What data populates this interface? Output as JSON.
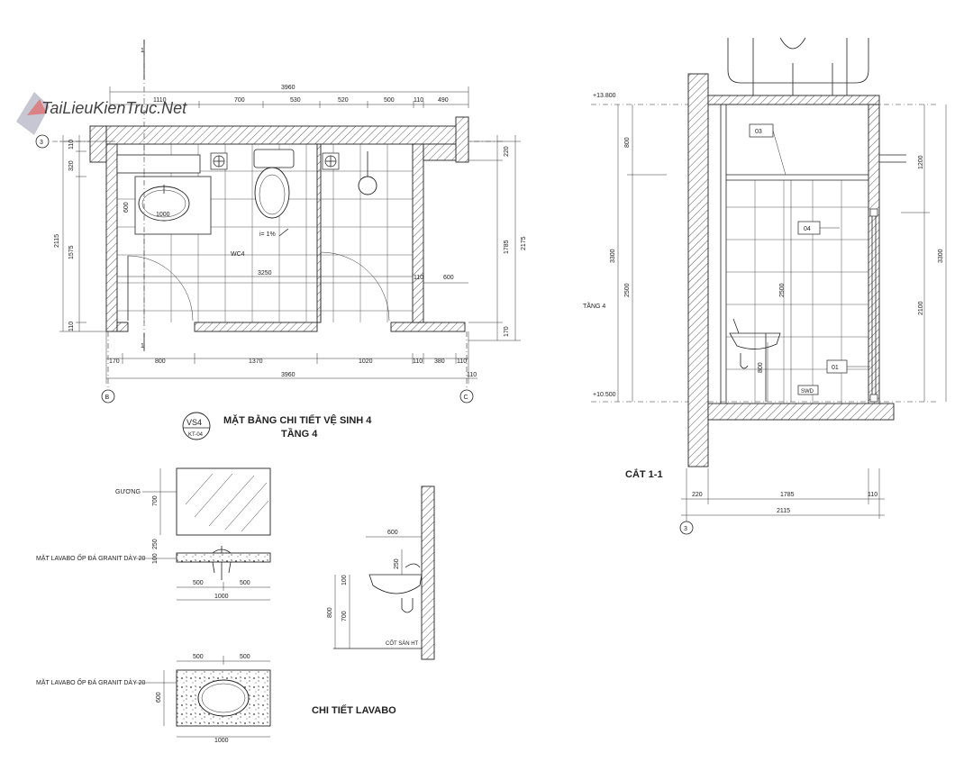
{
  "watermark": {
    "text": "TaiLieuKienTruc.Net"
  },
  "plan": {
    "top_dims": [
      "3960",
      "1110",
      "700",
      "530",
      "520",
      "500",
      "110",
      "490"
    ],
    "bottom_dims": [
      "170",
      "800",
      "1370",
      "1020",
      "110",
      "380",
      "110",
      "3960",
      "110"
    ],
    "left_dims": [
      "110",
      "320",
      "600",
      "2115",
      "1575",
      "110"
    ],
    "right_dims": [
      "220",
      "1785",
      "2175",
      "110",
      "600",
      "170"
    ],
    "room_label": "WC4",
    "slope": "i= 1%",
    "width_dim": "3250",
    "basin_dim": "1000",
    "section_mark": "1",
    "axis_left": "B",
    "axis_right": "C",
    "axis_row": "3"
  },
  "plan_title": {
    "badge_top": "VS4",
    "badge_bottom": "KT-04",
    "line1": "MẶT BẰNG CHI TIẾT VỆ SINH 4",
    "line2": "TẦNG 4"
  },
  "section": {
    "title": "CẮT 1-1",
    "level_top": "+13.800",
    "level_bottom": "+10.500",
    "floor_label": "TẦNG 4",
    "left_dims": [
      "800",
      "3300",
      "2500"
    ],
    "right_dims": [
      "1200",
      "3300",
      "2100"
    ],
    "inner_dims": [
      "2500",
      "800"
    ],
    "tags": [
      "03",
      "04",
      "01"
    ],
    "drain_label": "SWD",
    "bottom_dims": [
      "220",
      "1785",
      "110",
      "2115"
    ],
    "axis_row": "3"
  },
  "lavabo": {
    "title": "CHI TIẾT LAVABO",
    "mirror_label": "GƯƠNG",
    "counter_label_1": "MẶT LAVABO ỐP ĐÁ GRANIT DÀY 20",
    "counter_label_2": "MẶT LAVABO ỐP ĐÁ GRANIT DÀY 20",
    "mirror_h": "700",
    "gap_dims": [
      "250",
      "100"
    ],
    "elev_dims": [
      "500",
      "500",
      "1000"
    ],
    "plan_dims": [
      "500",
      "500",
      "600",
      "1000"
    ],
    "side_dims": [
      "600",
      "250",
      "100",
      "700",
      "800"
    ],
    "floor_label": "CỐT SÀN HT"
  }
}
